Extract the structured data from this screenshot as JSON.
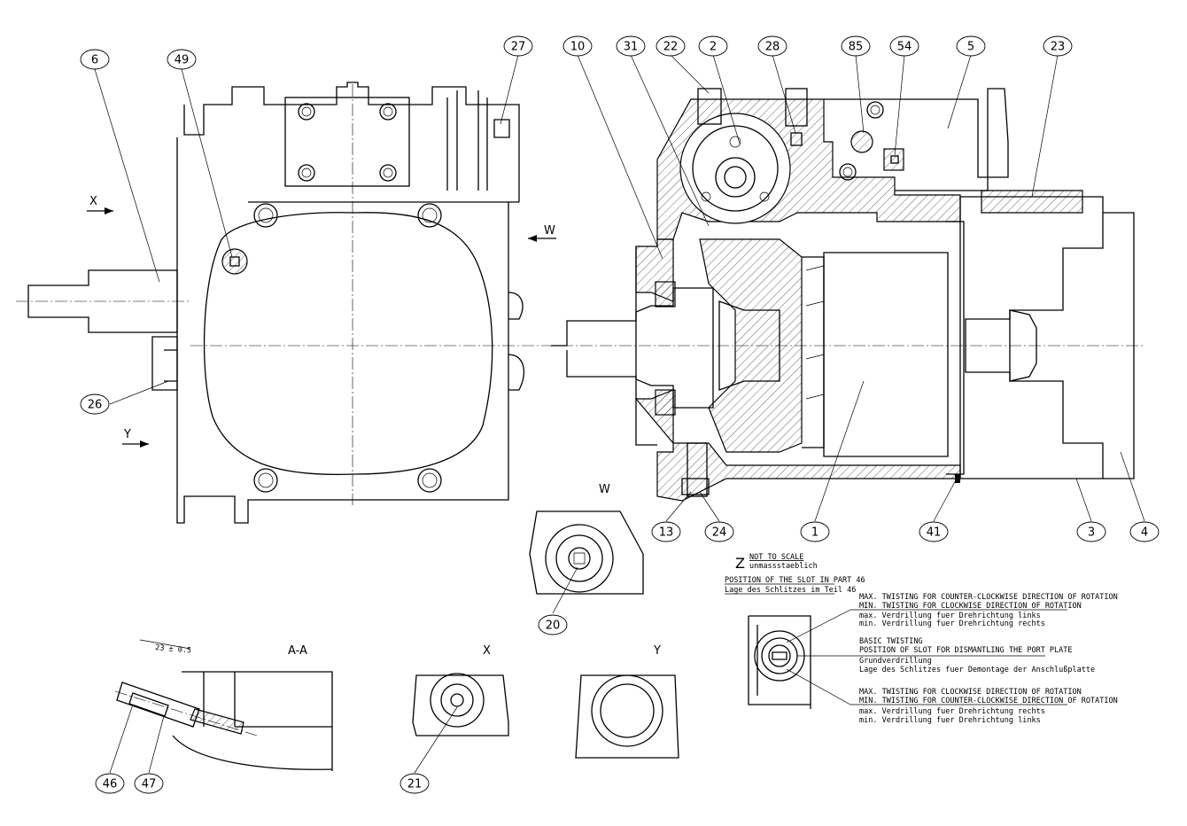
{
  "balloons": [
    "6",
    "49",
    "27",
    "10",
    "31",
    "22",
    "2",
    "28",
    "85",
    "54",
    "5",
    "23",
    "26",
    "13",
    "24",
    "1",
    "41",
    "3",
    "4",
    "20",
    "21",
    "46",
    "47"
  ],
  "view_labels": {
    "x_arrow": "X",
    "y_arrow": "Y",
    "w_arrow": "W",
    "w_view": "W",
    "x_view": "X",
    "y_view": "Y",
    "section": "A-A"
  },
  "dimension": "23 ± 0.5",
  "detail_z": {
    "letter": "Z",
    "scale_en": "NOT TO SCALE",
    "scale_de": "unmassstaeblich",
    "title_en": "POSITION OF THE SLOT IN PART 46",
    "title_de": "Lage des Schlitzes im Teil 46"
  },
  "twist_notes": {
    "max": [
      "MAX. TWISTING FOR COUNTER-CLOCKWISE DIRECTION OF ROTATION",
      "MIN. TWISTING FOR CLOCKWISE DIRECTION OF ROTATION",
      "max. Verdrillung fuer Drehrichtung links",
      "min. Verdrillung fuer Drehrichtung rechts"
    ],
    "basic": [
      "BASIC TWISTING",
      "POSITION OF SLOT FOR DISMANTLING THE PORT PLATE",
      "Grundverdrillung",
      "Lage des Schlitzes fuer Demontage der Anschlußplatte"
    ],
    "min": [
      "MAX. TWISTING FOR CLOCKWISE DIRECTION OF ROTATION",
      "MIN. TWISTING FOR COUNTER-CLOCKWISE DIRECTION OF ROTATION",
      "max. Verdrillung fuer Drehrichtung rechts",
      "min. Verdrillung fuer Drehrichtung links"
    ]
  }
}
